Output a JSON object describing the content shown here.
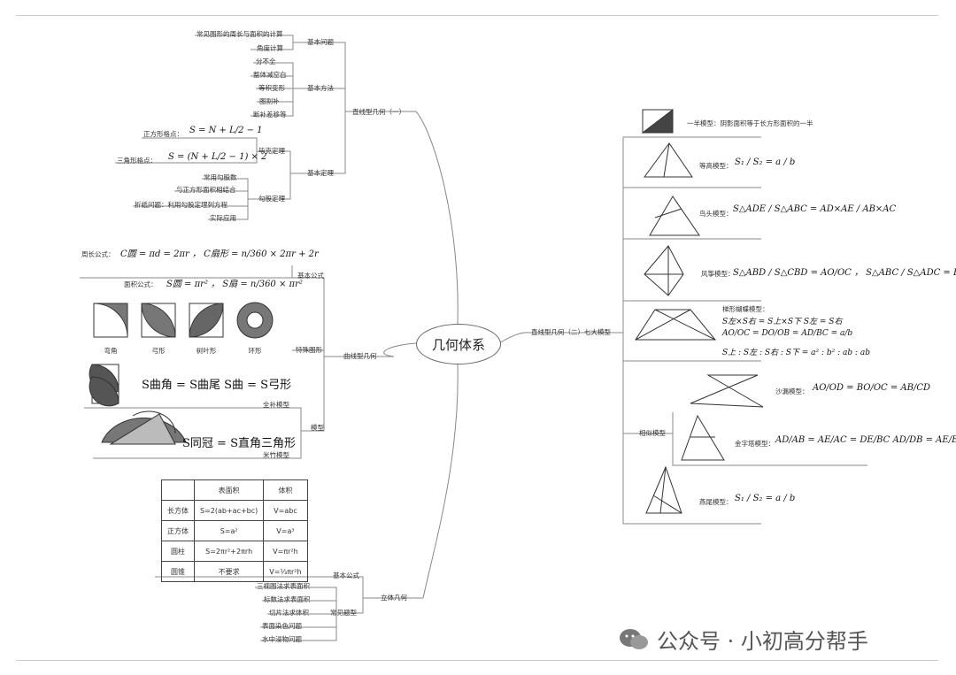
{
  "center": "几何体系",
  "branches": {
    "straight1": "直线型几何（一）",
    "straight2": "直线型几何（二）七大模型",
    "curve": "曲线型几何",
    "solid": "立体几何"
  },
  "straight1": {
    "basic_concepts": "基本问题",
    "basic_concepts_items": [
      "常见图形的周长与面积的计算",
      "角度计算"
    ],
    "basic_methods": "基本方法",
    "basic_methods_items": [
      "分不全",
      "整体减空白",
      "等积变形",
      "图割补",
      "断补差移等"
    ],
    "basic_theorems": "基本定理",
    "pick": "毕克定理",
    "pick_square": "正方形格点：",
    "pick_square_formula": "S = N + L/2 − 1",
    "pick_triangle": "三角形格点：",
    "pick_triangle_formula": "S = (N + L/2 − 1) × 2",
    "pythagoras": "勾股定理",
    "pythagoras_items": [
      "常用勾股数",
      "与正方形面积相结合",
      "折纸问题：利用勾股定理列方程",
      "实际应用"
    ]
  },
  "curve": {
    "basic_formula": "基本公式",
    "perimeter_label": "周长公式：",
    "perimeter_formula": "C圆 = πd = 2πr ， C扇形 = n/360 × 2πr + 2r",
    "area_label": "面积公式：",
    "area_formula": "S圆 = πr² ， S扇 = n/360 × πr²",
    "special_shapes": "特殊图形",
    "shapes": [
      "弯角",
      "弓形",
      "树叶形",
      "环形"
    ],
    "models": "模型",
    "model1": "全补模型",
    "model1_formula": "S曲角 = S曲尾    S曲 = S弓形",
    "model2": "米竹模型",
    "model2_formula": "S同冠 = S直角三角形"
  },
  "solid": {
    "basic_formula": "基本公式",
    "common_types": "常见题型",
    "table": {
      "headers": [
        "",
        "表面积",
        "体积"
      ],
      "rows": [
        [
          "长方体",
          "S=2(ab+ac+bc)",
          "V=abc"
        ],
        [
          "正方体",
          "S=a²",
          "V=a³"
        ],
        [
          "圆柱",
          "S=2πr²+2πrh",
          "V=πr²h"
        ],
        [
          "圆锥",
          "不要求",
          "V=⅓πr²h"
        ]
      ]
    },
    "types": [
      "三视图法求表面积",
      "标数法求表面积",
      "切片法求体积",
      "表面染色问题",
      "水中浸物问题"
    ]
  },
  "straight2": {
    "half": "一半模型：阴影面积等于长方形面积的一半",
    "equal_height": "等高模型：",
    "equal_height_formula": "S₁ / S₂ = a / b",
    "bird_head": "鸟头模型：",
    "bird_head_formula": "S△ADE / S△ABC = AD×AE / AB×AC",
    "kite": "风筝模型：",
    "kite_formula": "S△ABD / S△CBD = AO/OC ， S△ABC / S△ADC = BO/OD",
    "trapezoid": "梯形蝴蝶模型：",
    "trapezoid_f1": "S左×S右 = S上×S下    S左 = S右",
    "trapezoid_f2": "AO/OC = DO/OB = AD/BC = a/b",
    "trapezoid_f3": "S上 : S左 : S右 : S下 = a² : b² : ab : ab",
    "similar": "相似模型",
    "hourglass": "沙漏模型：",
    "hourglass_formula": "AO/OD = BO/OC = AB/CD",
    "pyramid": "金字塔模型：",
    "pyramid_formula": "AD/AB = AE/AC = DE/BC    AD/DB = AE/EC",
    "swallowtail": "燕尾模型：",
    "swallowtail_formula": "S₁ / S₂ = a / b"
  },
  "watermark": "公众号 · 小初高分帮手"
}
